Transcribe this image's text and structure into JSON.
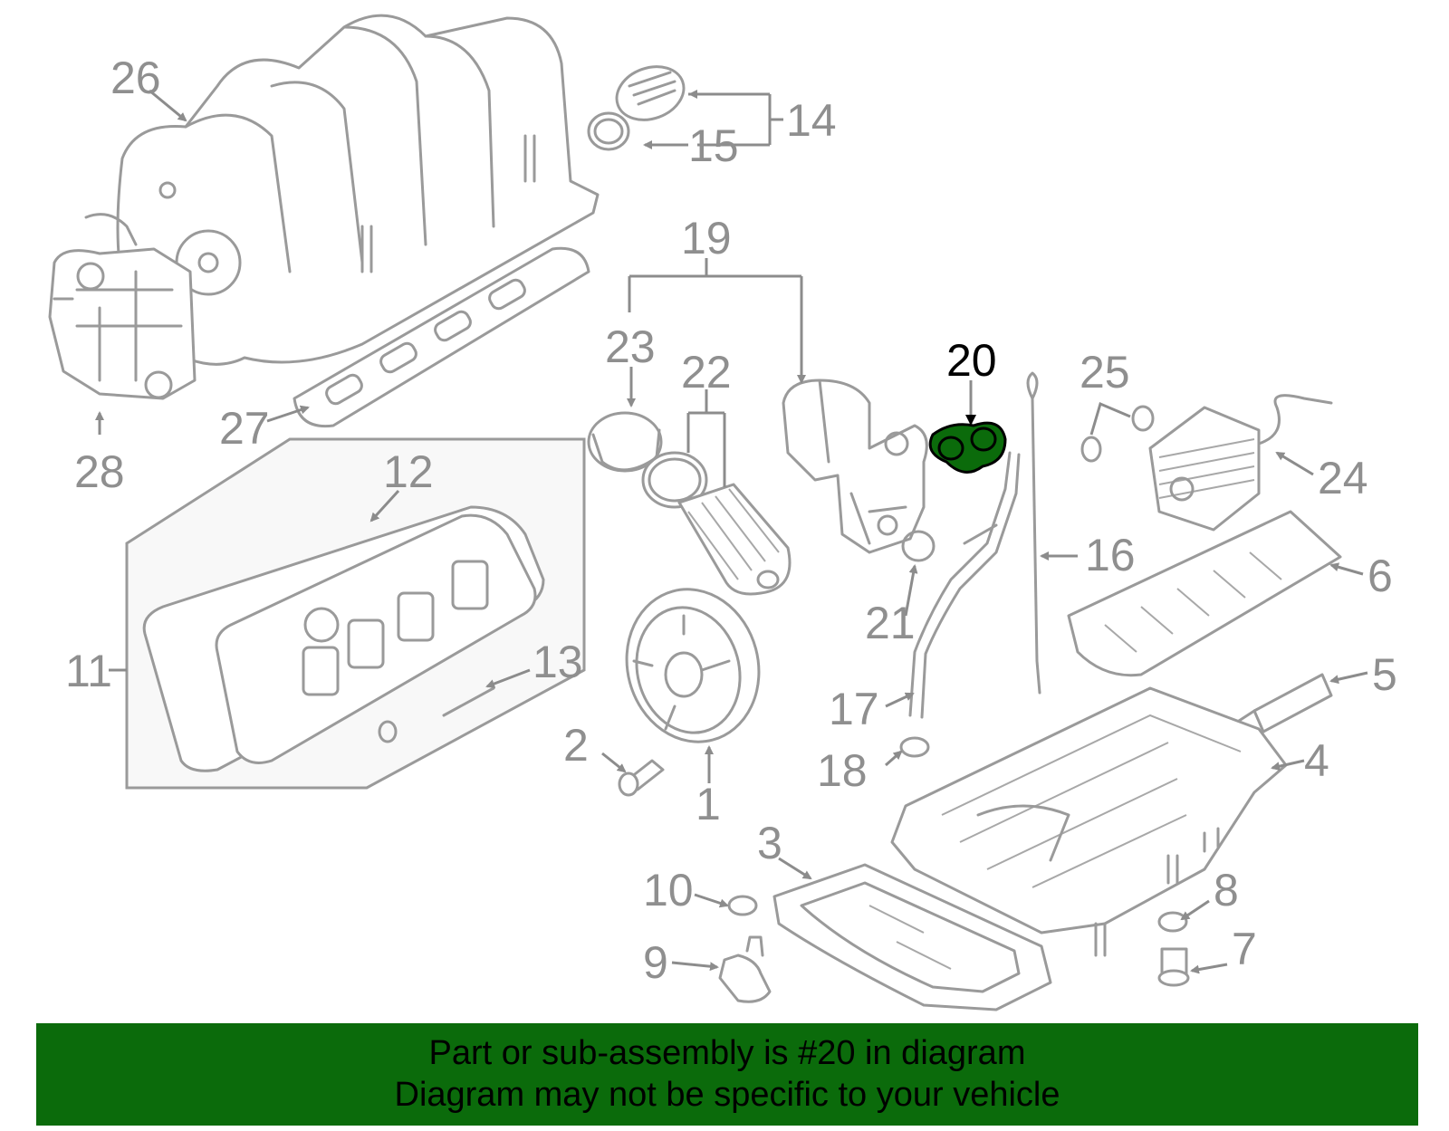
{
  "diagram": {
    "highlight_color": "#0b6b0b",
    "highlighted_part": "20",
    "callouts": [
      "1",
      "2",
      "3",
      "4",
      "5",
      "6",
      "7",
      "8",
      "9",
      "10",
      "11",
      "12",
      "13",
      "14",
      "15",
      "16",
      "17",
      "18",
      "19",
      "20",
      "21",
      "22",
      "23",
      "24",
      "25",
      "26",
      "27",
      "28"
    ]
  },
  "banner": {
    "line1": "Part or sub-assembly is #20 in diagram",
    "line2": "Diagram may not be specific to your vehicle"
  }
}
